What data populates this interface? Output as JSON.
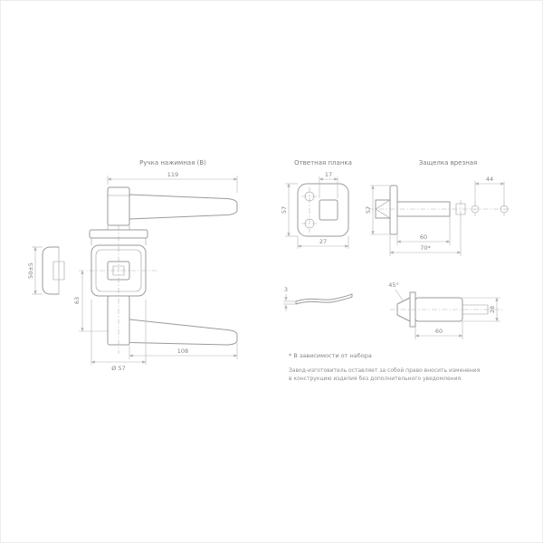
{
  "page": {
    "background_color": "#ffffff",
    "line_color": "#9b9b9b",
    "dim_line_color": "#b3b3b3",
    "text_color": "#858585"
  },
  "drawing": {
    "views": {
      "handle": {
        "title": "Ручка нажимная (В)",
        "dim_length": "119",
        "dim_grip": "108",
        "dim_offset": "63",
        "dim_rose": "Ø 57",
        "dim_depth": "50±5"
      },
      "strike_plate": {
        "title": "Ответная планка",
        "dim_height": "57",
        "dim_cutout": "17",
        "dim_width": "27",
        "dim_thickness": "3"
      },
      "latch_front": {
        "title": "Защелка врезная",
        "dim_spindle": "44",
        "dim_faceplate": "57",
        "dim_body": "60",
        "dim_backset": "70*"
      },
      "latch_top": {
        "dim_angle": "45°",
        "dim_height": "28",
        "dim_length": "60"
      }
    },
    "footnote": "* В зависимости от набора",
    "disclaimer": {
      "line1": "Завод-изготовитель оставляет за собой право вносить изменения",
      "line2": "в конструкцию изделия без дополнительного уведомления."
    }
  }
}
